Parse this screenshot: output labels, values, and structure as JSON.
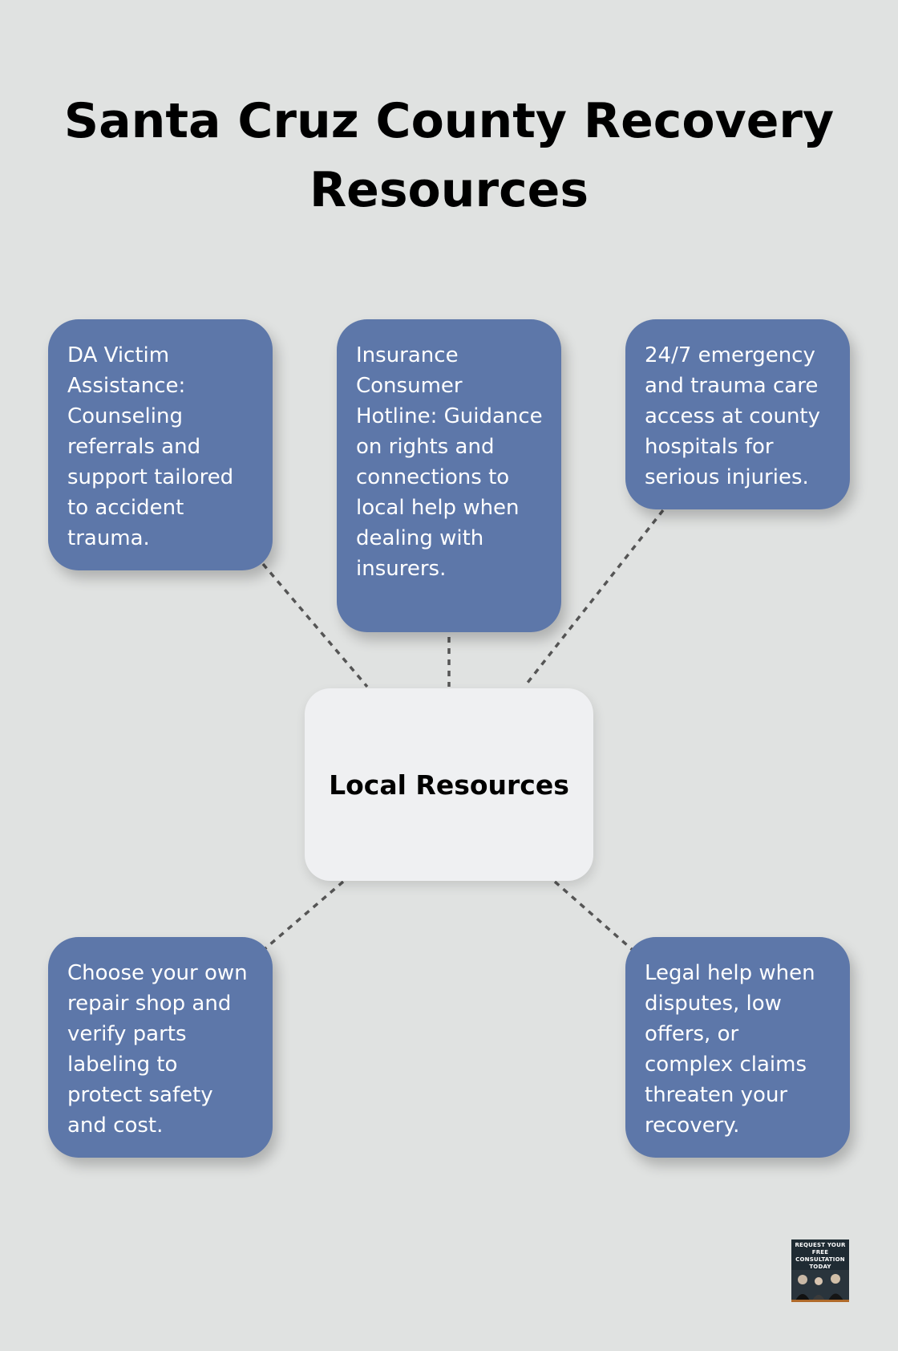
{
  "title": "Santa Cruz County Recovery Resources",
  "center": {
    "label": "Local Resources"
  },
  "nodes": [
    {
      "id": "da-victim-assistance",
      "text": "DA Victim Assistance: Counseling referrals and support tailored to accident trauma."
    },
    {
      "id": "insurance-hotline",
      "text": "Insurance Consumer Hotline: Guidance on rights and connections to local help when dealing with insurers."
    },
    {
      "id": "emergency-care",
      "text": "24/7 emergency and trauma care access at county hospitals for serious injuries."
    },
    {
      "id": "repair-shop",
      "text": "Choose your own repair shop and verify parts labeling to protect safety and cost."
    },
    {
      "id": "legal-help",
      "text": "Legal help when disputes, low offers, or complex claims threaten your recovery."
    }
  ],
  "badge": {
    "text": "REQUEST YOUR FREE CONSULTATION TODAY"
  },
  "colors": {
    "background": "#e0e2e1",
    "card": "#5d77a9",
    "card_text": "#ffffff",
    "center_box": "#eff0f2",
    "connector": "#555555"
  }
}
